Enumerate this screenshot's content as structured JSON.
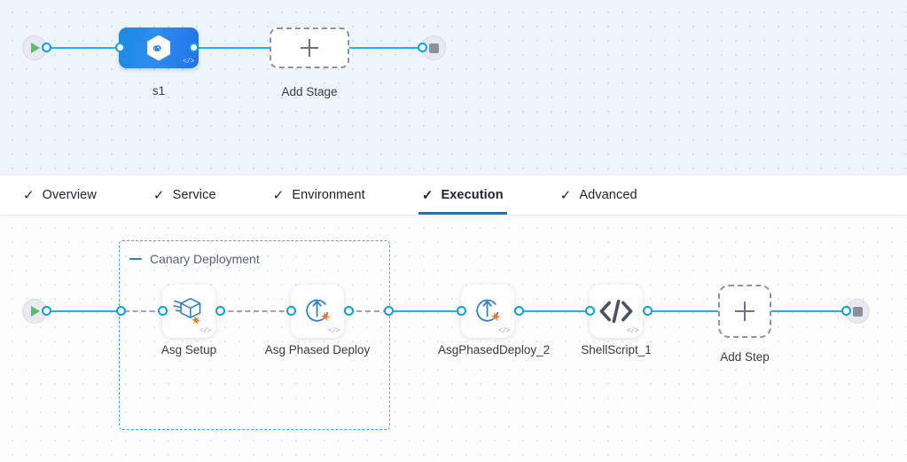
{
  "stage_canvas": {
    "start_node": {
      "icon": "play-icon"
    },
    "end_node": {
      "icon": "stop-icon"
    },
    "stage": {
      "label": "s1",
      "icon": "harness-cd-hexagon-icon",
      "badge": "</>"
    },
    "add_stage": {
      "label": "Add Stage",
      "icon": "plus-icon"
    }
  },
  "tabs": [
    {
      "label": "Overview",
      "check": "✓",
      "active": false
    },
    {
      "label": "Service",
      "check": "✓",
      "active": false
    },
    {
      "label": "Environment",
      "check": "✓",
      "active": false
    },
    {
      "label": "Execution",
      "check": "✓",
      "active": true
    },
    {
      "label": "Advanced",
      "check": "✓",
      "active": false
    }
  ],
  "execution_canvas": {
    "start_node": {
      "icon": "play-icon"
    },
    "end_node": {
      "icon": "stop-icon"
    },
    "group": {
      "title": "Canary Deployment",
      "collapse_icon": "collapse-minus-icon"
    },
    "steps": [
      {
        "label": "Asg Setup",
        "icon": "asg-setup-cube-icon",
        "badge": "</>",
        "in_group": true
      },
      {
        "label": "Asg Phased Deploy",
        "icon": "asg-phased-deploy-icon",
        "badge": "</>",
        "in_group": true
      },
      {
        "label": "AsgPhasedDeploy_2",
        "icon": "asg-phased-deploy-icon",
        "badge": "</>",
        "in_group": false
      },
      {
        "label": "ShellScript_1",
        "icon": "shell-script-code-icon",
        "badge": "</>",
        "in_group": false
      }
    ],
    "add_step": {
      "label": "Add Step",
      "icon": "plus-icon"
    }
  },
  "colors": {
    "accent_blue": "#0278d5",
    "edge_blue": "#22b1f3",
    "port_blue": "#0b9ef1",
    "group_border": "#3ba7f0",
    "stage_gradient_start": "#1a8ae6",
    "stage_gradient_end": "#2472e8",
    "play_green": "#4dc16e",
    "stop_grey": "#8c8f9e",
    "icon_orange": "#f3762a",
    "icon_blue": "#2a7fd4",
    "canvas_top_bg": "#eef5fa",
    "canvas_bottom_bg": "#fdfdfe"
  }
}
